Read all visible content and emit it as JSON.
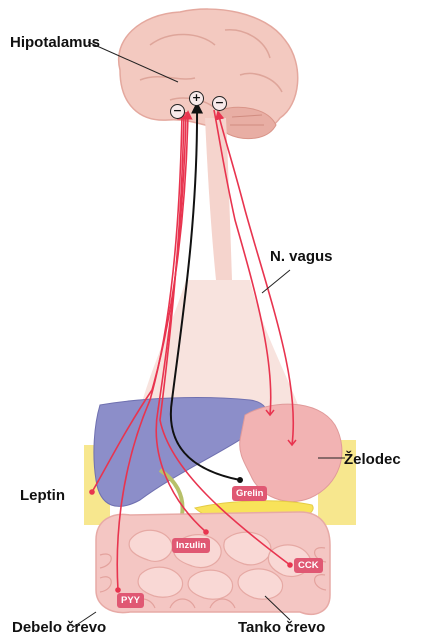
{
  "labels": {
    "hypothalamus": "Hipotalamus",
    "vagus": "N. vagus",
    "stomach": "Želodec",
    "leptin": "Leptin",
    "large_intestine": "Debelo črevo",
    "small_intestine": "Tanko črevo"
  },
  "hormone_tags": {
    "ghrelin": "Grelin",
    "insulin": "Inzulin",
    "cck": "CCK",
    "pyy": "PYY"
  },
  "signals": {
    "center": "+",
    "left": "−",
    "right": "−"
  },
  "colors": {
    "signal_line": "#e8344f",
    "ghrelin_line": "#111111",
    "tag_bg": "#e05873",
    "brain": "#f3c9c0",
    "liver": "#8c8ec9",
    "stomach": "#f2b3b3",
    "intestine": "#f4c6c3",
    "fat": "#f6e37a"
  }
}
